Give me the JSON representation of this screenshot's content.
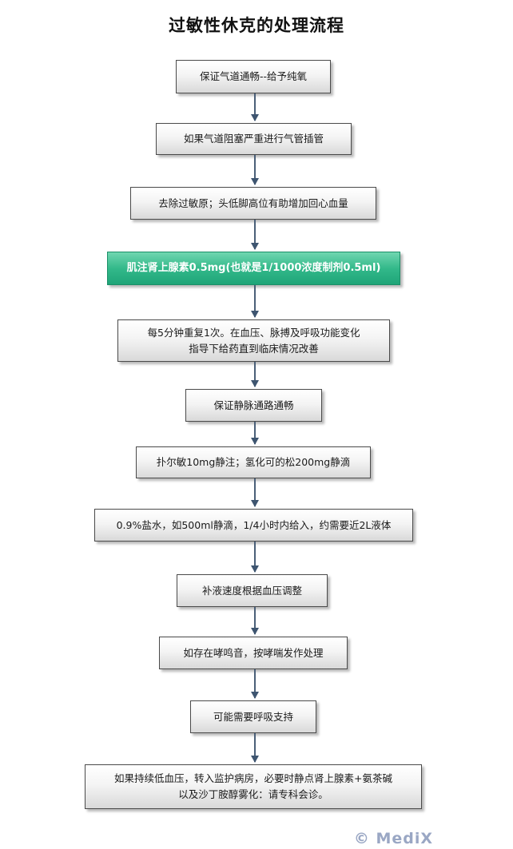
{
  "title": "过敏性休克的处理流程",
  "steps": [
    {
      "text": "保证气道通畅--给予纯氧"
    },
    {
      "text": "如果气道阻塞严重进行气管插管"
    },
    {
      "text": "去除过敏原；头低脚高位有助增加回心血量"
    },
    {
      "text": "肌注肾上腺素0.5mg(也就是1/1000浓度制剂0.5ml)"
    },
    {
      "line1": "每5分钟重复1次。在血压、脉搏及呼吸功能变化",
      "line2": "指导下给药直到临床情况改善"
    },
    {
      "text": "保证静脉通路通畅"
    },
    {
      "text": "扑尔敏10mg静注；氢化可的松200mg静滴"
    },
    {
      "text": "0.9%盐水，如500ml静滴，1/4小时内给入，约需要近2L液体"
    },
    {
      "text": "补液速度根据血压调整"
    },
    {
      "text": "如存在哮鸣音，按哮喘发作处理"
    },
    {
      "text": "可能需要呼吸支持"
    },
    {
      "line1": "如果持续低血压，转入监护病房，必要时静点肾上腺素+氨茶碱",
      "line2": "以及沙丁胺醇雾化：请专科会诊。"
    }
  ],
  "watermark": "© MediX",
  "colors": {
    "highlight_box": "#2fb585",
    "arrow": "#4a5f78",
    "box_border": "#4a4a4a"
  }
}
